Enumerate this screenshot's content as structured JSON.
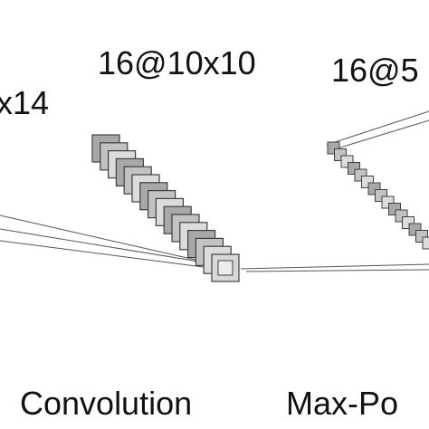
{
  "diagram": {
    "dims": [
      {
        "text": "x14"
      },
      {
        "text": "16@10x10"
      },
      {
        "text": "16@5"
      }
    ],
    "stages": [
      {
        "text": "Convolution"
      },
      {
        "text": "Max-Po"
      }
    ],
    "colors": {
      "stroke": "#404040",
      "line": "#555555",
      "text": "#111111",
      "fills": [
        "#a8a8a8",
        "#c2c2c2",
        "#dcdcdc"
      ],
      "front_fill": "#d8d8d8",
      "inner_fill": "#ececec"
    },
    "stacks": [
      {
        "name": "conv-feature-map-stack",
        "count": 16
      },
      {
        "name": "pool-feature-map-stack",
        "count": 16
      }
    ]
  }
}
